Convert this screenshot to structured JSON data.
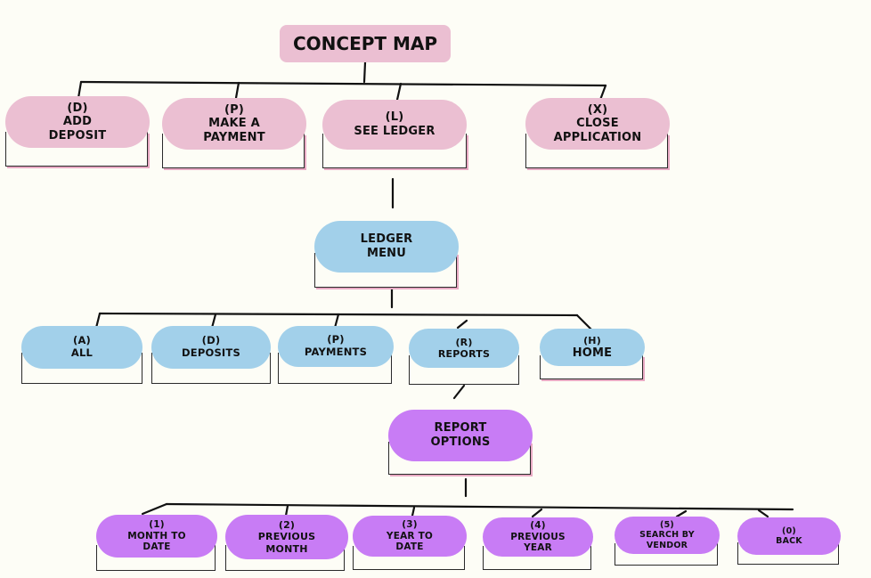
{
  "title": "CONCEPT MAP",
  "main_menu": [
    {
      "key": "(D)",
      "label": "ADD DEPOSIT"
    },
    {
      "key": "(P)",
      "label": "MAKE A PAYMENT"
    },
    {
      "key": "(L)",
      "label": "SEE LEDGER"
    },
    {
      "key": "(X)",
      "label": "CLOSE APPLICATION"
    }
  ],
  "ledger_menu": {
    "title": "LEDGER MENU",
    "items": [
      {
        "key": "(A)",
        "label": "ALL"
      },
      {
        "key": "(D)",
        "label": "DEPOSITS"
      },
      {
        "key": "(P)",
        "label": "PAYMENTS"
      },
      {
        "key": "(R)",
        "label": "REPORTS"
      },
      {
        "key": "(H)",
        "label": "HOME"
      }
    ]
  },
  "report_options": {
    "title": "REPORT OPTIONS",
    "items": [
      {
        "key": "(1)",
        "label": "MONTH TO DATE"
      },
      {
        "key": "(2)",
        "label": "PREVIOUS MONTH"
      },
      {
        "key": "(3)",
        "label": "YEAR TO DATE"
      },
      {
        "key": "(4)",
        "label": "PREVIOUS YEAR"
      },
      {
        "key": "(5)",
        "label": "SEARCH BY VENDOR"
      },
      {
        "key": "(0)",
        "label": "BACK"
      }
    ]
  },
  "colors": {
    "main": "#ebbfd2",
    "ledger": "#a2d0ea",
    "report": "#c87cf5"
  }
}
